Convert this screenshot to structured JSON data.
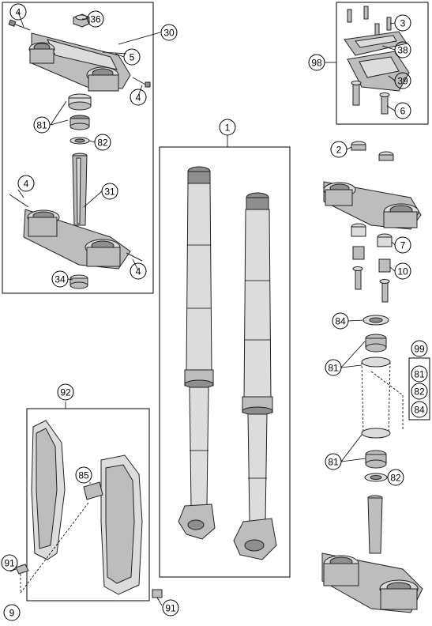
{
  "callouts": {
    "c4a": "4",
    "c36": "36",
    "c30": "30",
    "c5": "5",
    "c4b": "4",
    "c81a": "81",
    "c82a": "82",
    "c4c": "4",
    "c31": "31",
    "c34": "34",
    "c4d": "4",
    "c1": "1",
    "c3": "3",
    "c38": "38",
    "c98": "98",
    "c39": "39",
    "c6": "6",
    "c2": "2",
    "c7": "7",
    "c10": "10",
    "c84a": "84",
    "c99": "99",
    "c81b": "81",
    "c81c": "81",
    "c82b": "82",
    "c84b": "84",
    "c81d": "81",
    "c82c": "82",
    "c92": "92",
    "c85": "85",
    "c91a": "91",
    "c9": "9",
    "c91b": "91"
  }
}
